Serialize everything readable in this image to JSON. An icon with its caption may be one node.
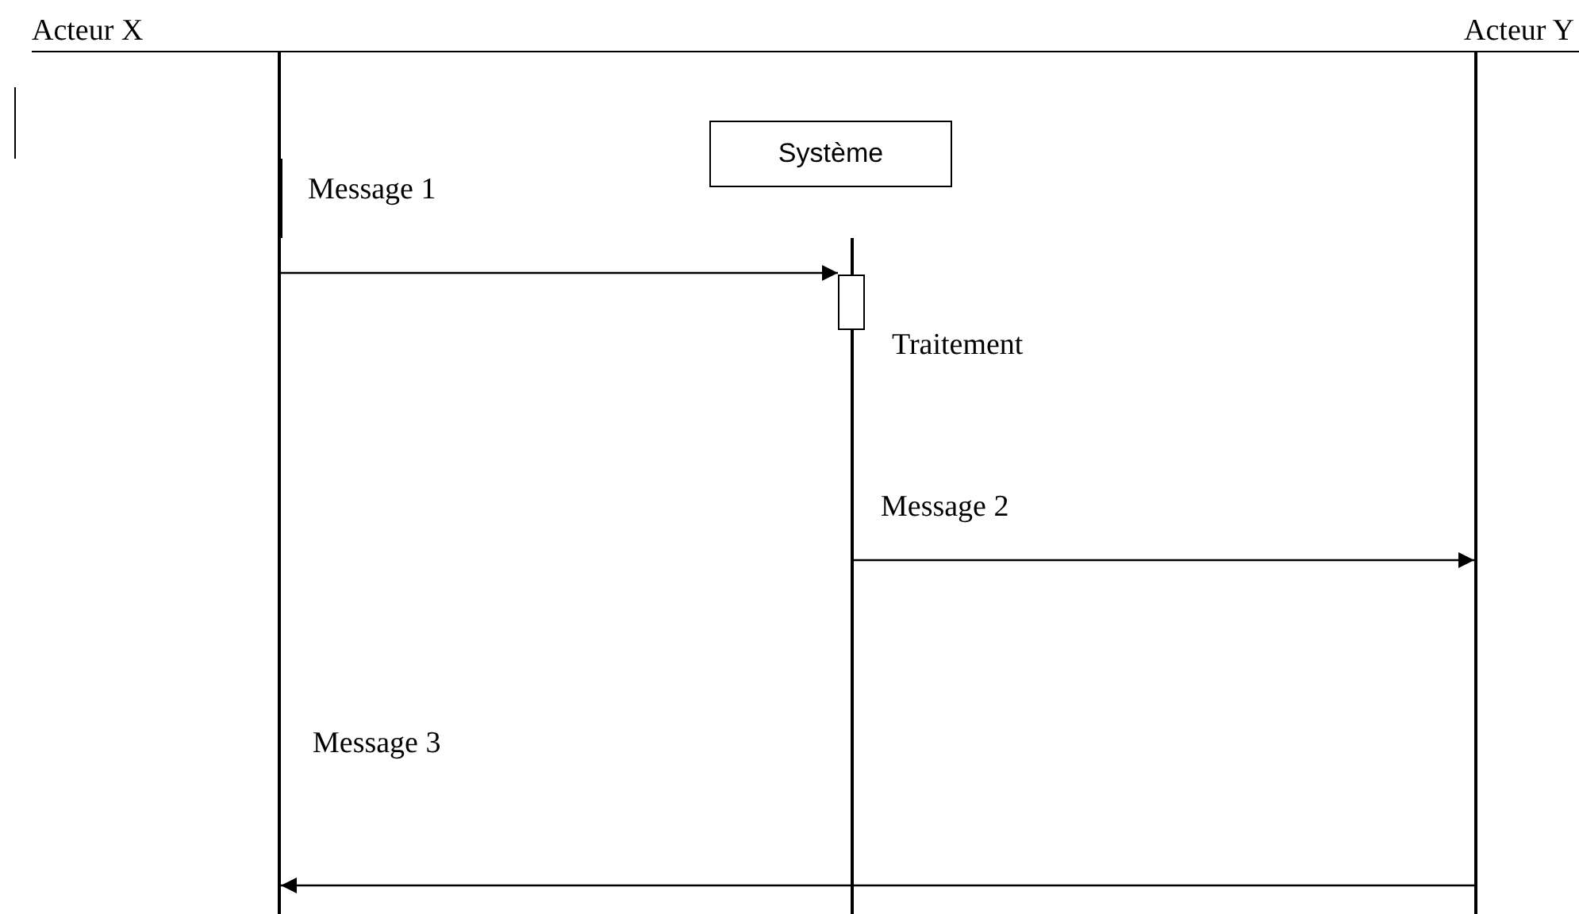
{
  "diagram": {
    "nodes": [
      {
        "text": [
          "Acteur X"
        ]
      },
      {
        "text": [
          "Acteur Y"
        ]
      },
      {
        "text": [
          "Système"
        ]
      },
      {
        "text": [],
        "shape": "bar"
      },
      {
        "text": [],
        "shape": "box",
        "beside": [
          "Traitement"
        ]
      },
      {
        "text": [],
        "shape": "bar"
      },
      {
        "text": [],
        "shape": "bar"
      }
    ],
    "edges": [
      {
        "from": 3,
        "to": 4,
        "arrow": "to",
        "label": "Message 1"
      },
      {
        "from": 5,
        "to": 6,
        "arrow": "to",
        "label": "Message 2"
      },
      {
        "from": 6,
        "to": 3,
        "arrow": "to",
        "label": "Message 3"
      }
    ]
  }
}
